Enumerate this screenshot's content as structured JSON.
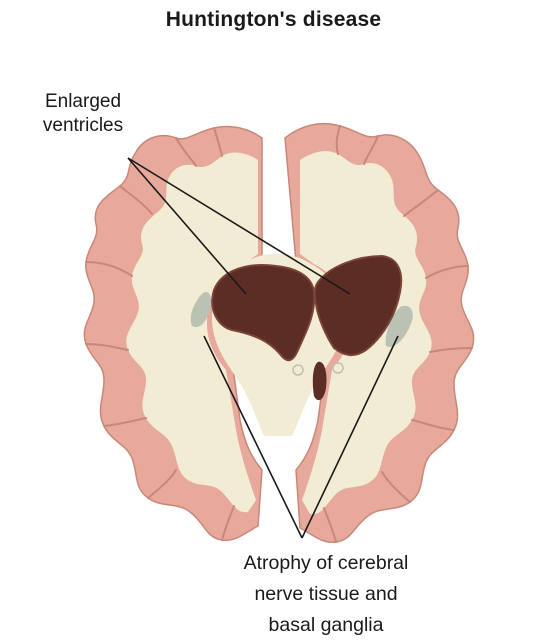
{
  "title": "Huntington's disease",
  "labels": {
    "ventricles": [
      "Enlarged",
      "ventricles"
    ],
    "atrophy": [
      "Atrophy of cerebral",
      "nerve tissue and",
      "basal ganglia"
    ]
  },
  "colors": {
    "cortex": "#e7a99b",
    "cortex_outline": "#c98778",
    "white_matter": "#f3ecd5",
    "ventricle": "#5b2d24",
    "ventricle_edge": "#7a4338",
    "basal_ganglia": "#b9c2b3",
    "leader_line": "#1a1a1a"
  }
}
